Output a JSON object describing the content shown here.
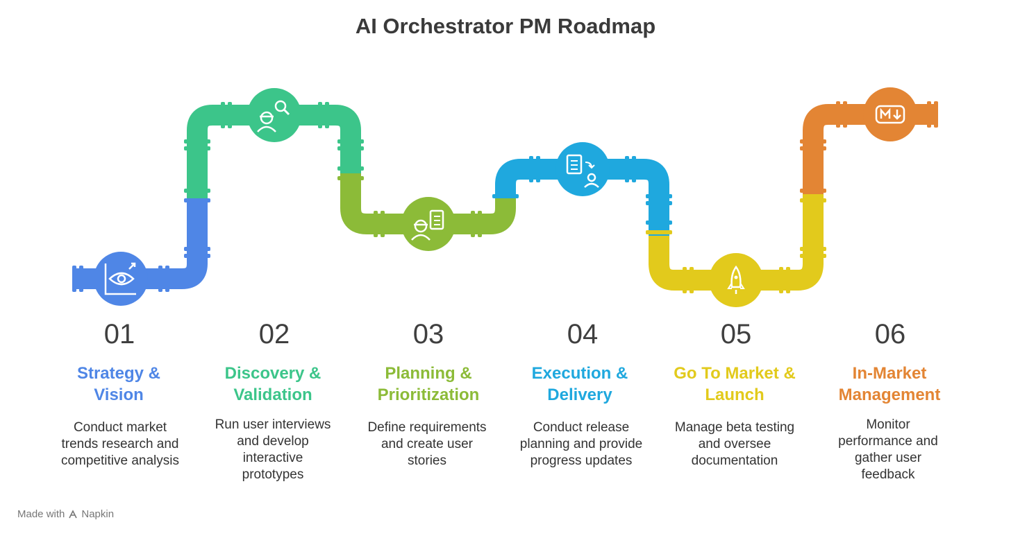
{
  "title": "AI Orchestrator PM Roadmap",
  "colors": {
    "blue": "#4F86E6",
    "green": "#3CC58A",
    "lime": "#8CBB38",
    "cyan": "#1FA8DE",
    "yellow": "#E2CA1C",
    "orange": "#E38534"
  },
  "steps": [
    {
      "number": "01",
      "title_line1": "Strategy &",
      "title_line2": "Vision",
      "desc_lines": [
        "Conduct market",
        "trends research and",
        "competitive analysis"
      ],
      "icon": "eye-chart-icon",
      "color": "#4F86E6"
    },
    {
      "number": "02",
      "title_line1": "Discovery &",
      "title_line2": "Validation",
      "desc_lines": [
        "Run user interviews",
        "and develop",
        "interactive",
        "prototypes"
      ],
      "icon": "user-search-icon",
      "color": "#3CC58A"
    },
    {
      "number": "03",
      "title_line1": "Planning &",
      "title_line2": "Prioritization",
      "desc_lines": [
        "Define requirements",
        "and create user",
        "stories"
      ],
      "icon": "user-clipboard-icon",
      "color": "#8CBB38"
    },
    {
      "number": "04",
      "title_line1": "Execution &",
      "title_line2": "Delivery",
      "desc_lines": [
        "Conduct release",
        "planning and provide",
        "progress updates"
      ],
      "icon": "clipboard-user-icon",
      "color": "#1FA8DE"
    },
    {
      "number": "05",
      "title_line1": "Go To Market &",
      "title_line2": "Launch",
      "desc_lines": [
        "Manage beta testing",
        "and oversee",
        "documentation"
      ],
      "icon": "rocket-icon",
      "color": "#E2CA1C"
    },
    {
      "number": "06",
      "title_line1": "In-Market",
      "title_line2": "Management",
      "desc_lines": [
        "Monitor",
        "performance and",
        "gather user",
        "feedback"
      ],
      "icon": "markdown-down-icon",
      "color": "#E38534"
    }
  ],
  "footer": {
    "made_with": "Made with",
    "brand": "Napkin",
    "icon": "napkin-logo-icon"
  }
}
